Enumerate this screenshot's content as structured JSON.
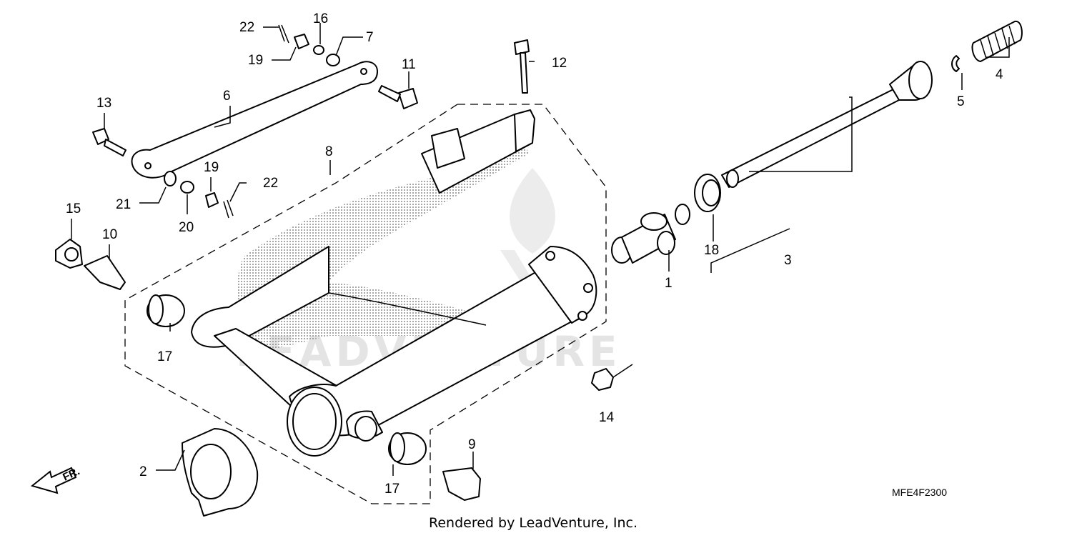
{
  "diagram": {
    "callouts": [
      "1",
      "2",
      "3",
      "4",
      "5",
      "6",
      "7",
      "8",
      "9",
      "10",
      "11",
      "12",
      "13",
      "14",
      "15",
      "16",
      "17",
      "17",
      "18",
      "19",
      "19",
      "20",
      "21",
      "22",
      "22"
    ],
    "diagram_code": "MFE4F2300",
    "credit": "Rendered by LeadVenture, Inc.",
    "watermark": "LEADVENTURE",
    "front_arrow_label": "FR."
  },
  "colors": {
    "line": "#000000",
    "background": "#ffffff",
    "stipple": "#9a9a9a",
    "watermark": "#e4e4e4"
  }
}
